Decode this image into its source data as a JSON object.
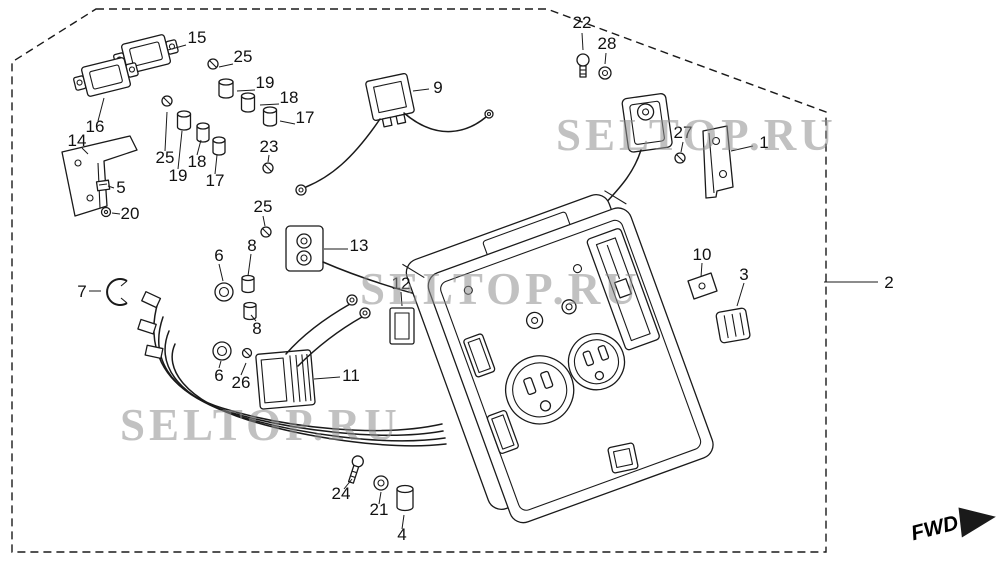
{
  "diagram": {
    "background": "#ffffff",
    "line_color": "#1a1a1a",
    "watermark": {
      "text": "SELTOP.RU",
      "color": "#8f8f8f"
    },
    "fwd_label": "FWD",
    "callouts": [
      {
        "label": "15"
      },
      {
        "label": "25"
      },
      {
        "label": "19"
      },
      {
        "label": "18"
      },
      {
        "label": "17"
      },
      {
        "label": "9"
      },
      {
        "label": "22"
      },
      {
        "label": "28"
      },
      {
        "label": "16"
      },
      {
        "label": "14"
      },
      {
        "label": "27"
      },
      {
        "label": "1"
      },
      {
        "label": "25"
      },
      {
        "label": "19"
      },
      {
        "label": "18"
      },
      {
        "label": "17"
      },
      {
        "label": "5"
      },
      {
        "label": "23"
      },
      {
        "label": "20"
      },
      {
        "label": "25"
      },
      {
        "label": "13"
      },
      {
        "label": "10"
      },
      {
        "label": "3"
      },
      {
        "label": "2"
      },
      {
        "label": "12"
      },
      {
        "label": "7"
      },
      {
        "label": "6"
      },
      {
        "label": "8"
      },
      {
        "label": "8"
      },
      {
        "label": "6"
      },
      {
        "label": "26"
      },
      {
        "label": "11"
      },
      {
        "label": "24"
      },
      {
        "label": "21"
      },
      {
        "label": "4"
      }
    ]
  }
}
